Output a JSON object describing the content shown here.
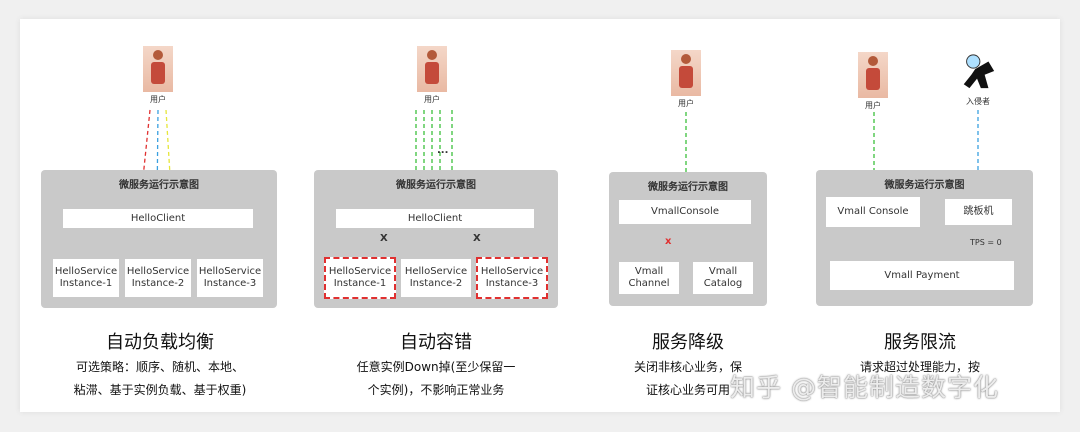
{
  "user_label": "用户",
  "intruder_label": "入侵者",
  "panel_title": "微服务运行示意图",
  "sections": {
    "lb": {
      "client": "HelloClient",
      "instances": [
        "HelloService Instance-1",
        "HelloService Instance-2",
        "HelloService Instance-3"
      ],
      "caption": "自动负载均衡",
      "desc_line1": "可选策略：顺序、随机、本地、",
      "desc_line2": "粘滞、基于实例负载、基于权重)"
    },
    "ft": {
      "client": "HelloClient",
      "ellipsis": "...",
      "instances": [
        "HelloService Instance-1",
        "HelloService Instance-2",
        "HelloService Instance-3"
      ],
      "x_mark": "X",
      "caption": "自动容错",
      "desc_line1": "任意实例Down掉(至少保留一",
      "desc_line2": "个实例)，不影响正常业务"
    },
    "dg": {
      "console": "VmallConsole",
      "channel": "Vmall Channel",
      "catalog": "Vmall Catalog",
      "x_mark": "x",
      "caption": "服务降级",
      "desc_line1": "关闭非核心业务，保",
      "desc_line2": "证核心业务可用"
    },
    "rl": {
      "console": "Vmall Console",
      "jump": "跳板机",
      "payment": "Vmall Payment",
      "tps": "TPS = 0",
      "caption": "服务限流",
      "desc_line1": "请求超过处理能力，按"
    }
  },
  "watermark": "知乎 @智能制造数字化",
  "colors": {
    "red": "#e03030",
    "blue": "#3aa0e0",
    "green": "#3cbf3c",
    "yellow": "#e6e63a",
    "purple": "#8a4fc0",
    "tps_bar": "#2a54c8"
  }
}
